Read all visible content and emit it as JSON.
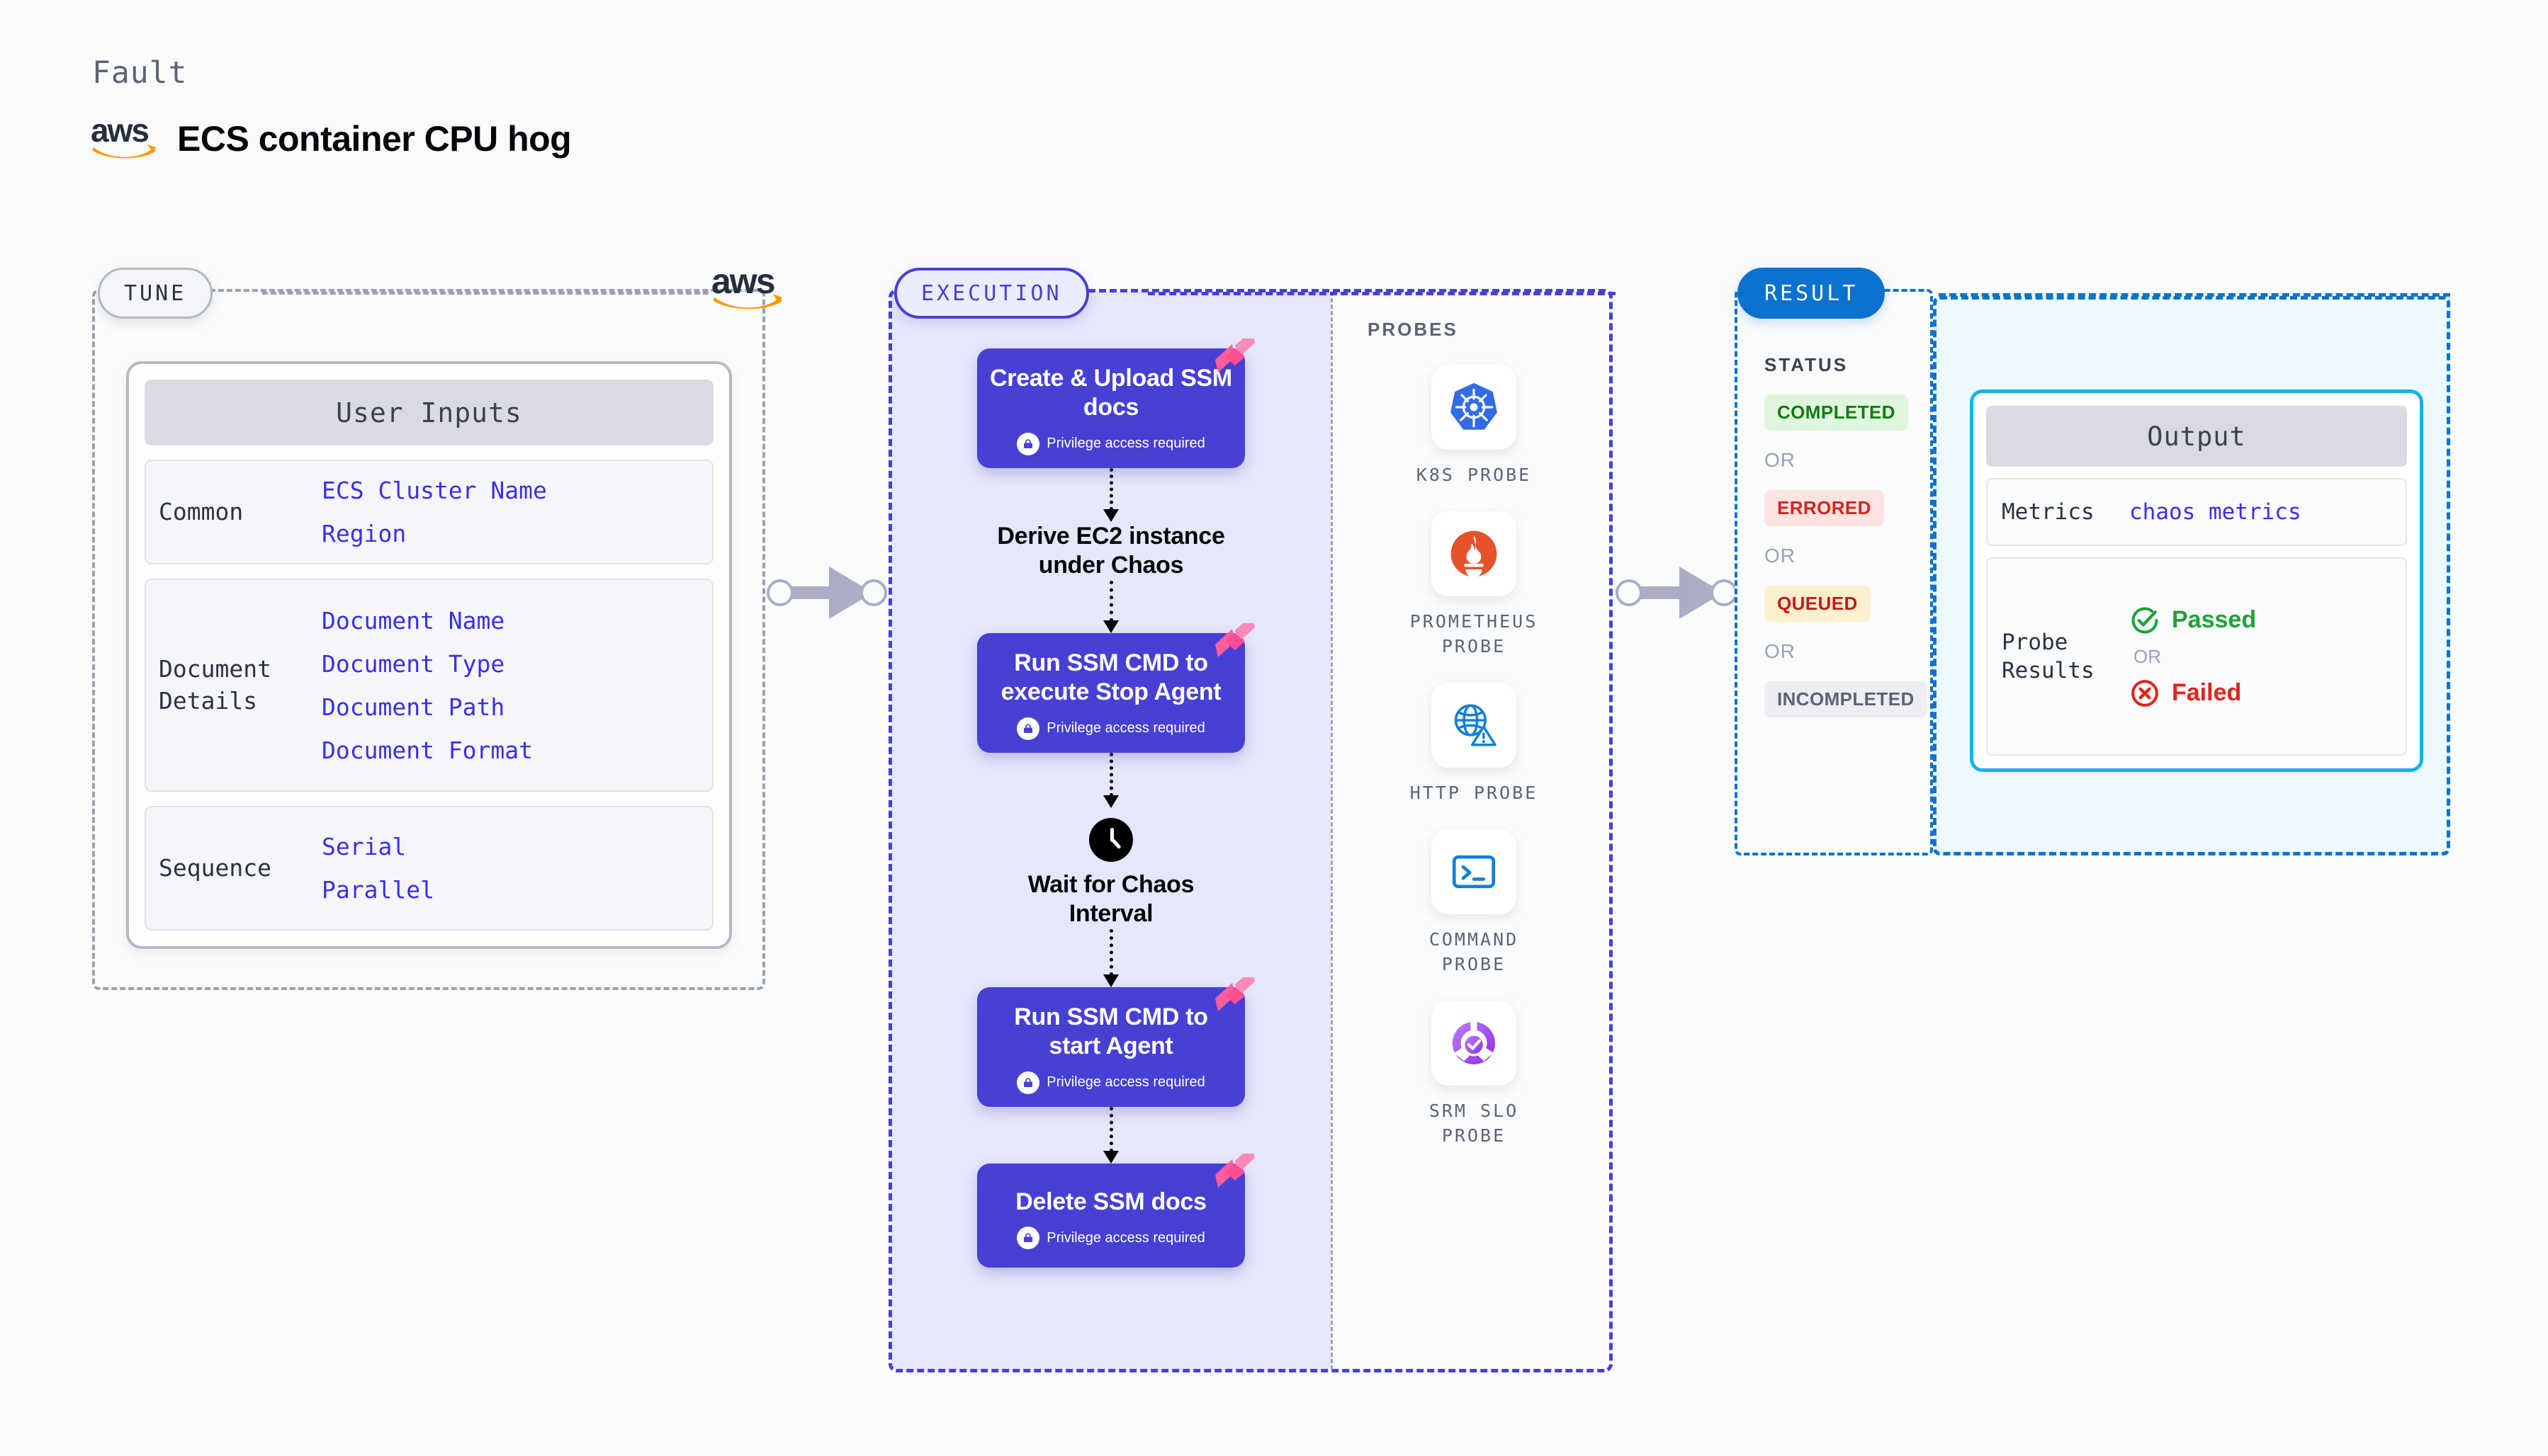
{
  "header": {
    "eyebrow": "Fault",
    "title": "ECS container CPU hog",
    "aws_wordmark": "aws"
  },
  "tune": {
    "badge": "TUNE",
    "aws_wordmark": "aws",
    "card_title": "User Inputs",
    "sections": [
      {
        "label": "Common",
        "values": [
          "ECS Cluster Name",
          "Region"
        ]
      },
      {
        "label": "Document\nDetails",
        "values": [
          "Document Name",
          "Document Type",
          "Document Path",
          "Document Format"
        ]
      },
      {
        "label": "Sequence",
        "values": [
          "Serial",
          "Parallel"
        ]
      }
    ]
  },
  "execution": {
    "badge": "EXECUTION",
    "privilege_note": "Privilege access required",
    "nodes": [
      {
        "type": "task",
        "title": "Create & Upload SSM docs",
        "privileged": true
      },
      {
        "type": "step",
        "title": "Derive EC2 instance under Chaos"
      },
      {
        "type": "task",
        "title": "Run SSM CMD to execute Stop Agent",
        "privileged": true
      },
      {
        "type": "wait",
        "title": "Wait for Chaos Interval",
        "icon": "clock-icon"
      },
      {
        "type": "task",
        "title": "Run SSM CMD to start Agent",
        "privileged": true
      },
      {
        "type": "task",
        "title": "Delete SSM docs",
        "privileged": true
      }
    ]
  },
  "probes": {
    "title": "PROBES",
    "items": [
      {
        "label": "K8S PROBE",
        "icon": "kubernetes-icon"
      },
      {
        "label": "PROMETHEUS PROBE",
        "icon": "prometheus-icon"
      },
      {
        "label": "HTTP PROBE",
        "icon": "http-globe-icon"
      },
      {
        "label": "COMMAND PROBE",
        "icon": "terminal-icon"
      },
      {
        "label": "SRM SLO PROBE",
        "icon": "srm-slo-icon"
      }
    ]
  },
  "result": {
    "badge": "RESULT",
    "status_title": "STATUS",
    "or_label": "OR",
    "statuses": [
      {
        "label": "COMPLETED",
        "variant": "completed"
      },
      {
        "label": "ERRORED",
        "variant": "errored"
      },
      {
        "label": "QUEUED",
        "variant": "queued"
      },
      {
        "label": "INCOMPLETED",
        "variant": "incompleted"
      }
    ],
    "output": {
      "title": "Output",
      "metrics_label": "Metrics",
      "metrics_value": "chaos metrics",
      "probe_results_label": "Probe\nResults",
      "passed_label": "Passed",
      "failed_label": "Failed",
      "or_label": "OR"
    }
  },
  "colors": {
    "page_bg": "#fafbfc",
    "purple": "#4740d4",
    "purple_panel": "#e6e7fb",
    "blue": "#0b72cf",
    "cyan": "#17b0ea",
    "cyan_panel": "#ecfaff",
    "grey_dash": "#9aa1b0",
    "link_blue": "#3b2fe8",
    "pink_ribbon": "#ff5e9c",
    "green": "#1da336",
    "red": "#e2231a",
    "aws_orange": "#ff9900",
    "aws_navy": "#252f3e"
  }
}
